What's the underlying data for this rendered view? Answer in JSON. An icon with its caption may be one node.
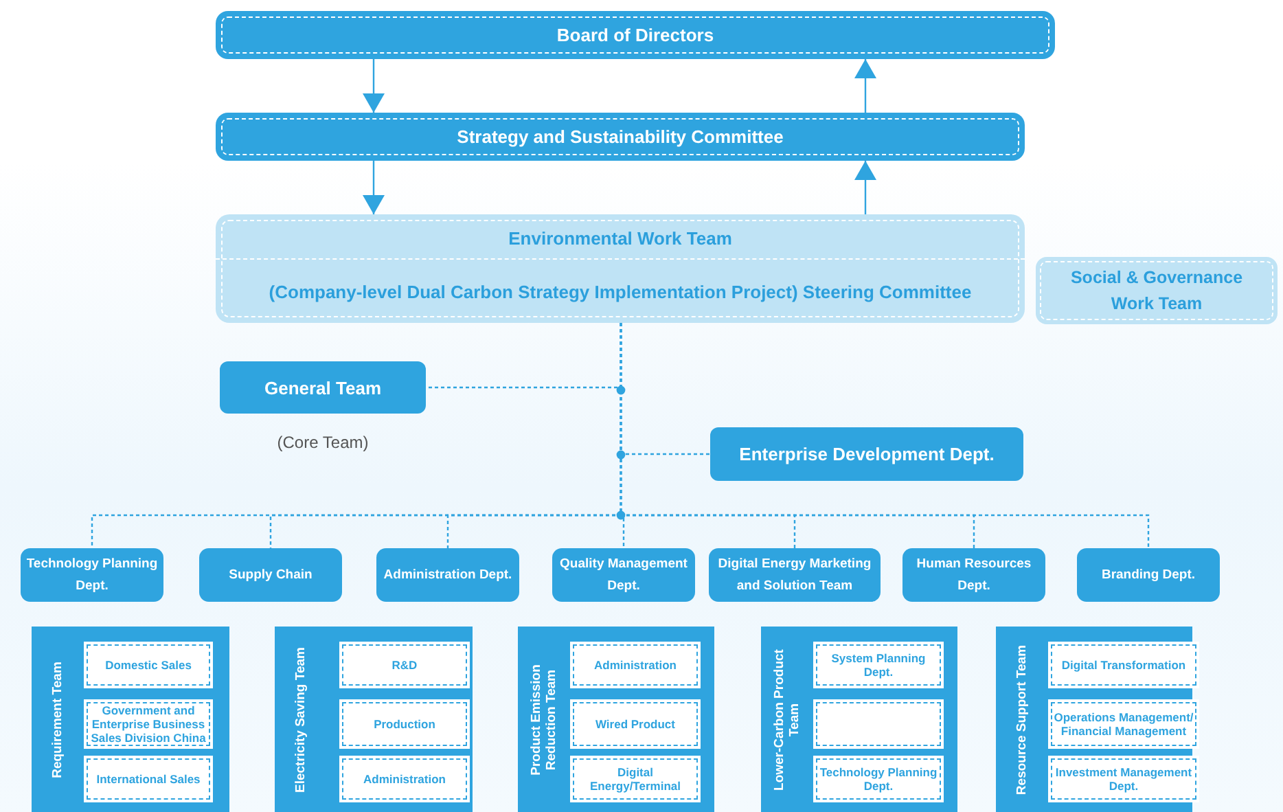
{
  "diagram": {
    "nodes": [
      {
        "text": [
          "Board of Directors"
        ]
      },
      {
        "text": [
          "Strategy and Sustainability Committee"
        ]
      },
      {
        "text": [
          "Environmental Work Team",
          "(Company-level Dual Carbon Strategy Implementation Project) Steering Committee"
        ]
      },
      {
        "text": [
          "Social & Governance Work Team"
        ]
      },
      {
        "text": [
          "General Team"
        ],
        "beside": [
          "(Core Team)"
        ]
      },
      {
        "text": [
          "Enterprise Development Dept."
        ]
      },
      {
        "text": [
          "Technology Planning Dept."
        ]
      },
      {
        "text": [
          "Supply Chain"
        ]
      },
      {
        "text": [
          "Administration Dept."
        ]
      },
      {
        "text": [
          "Quality Management Dept."
        ]
      },
      {
        "text": [
          "Digital Energy Marketing and Solution Team"
        ]
      },
      {
        "text": [
          "Human Resources Dept."
        ]
      },
      {
        "text": [
          "Branding Dept."
        ]
      },
      {
        "text": [
          "Requirement Team"
        ]
      },
      {
        "text": [
          "Domestic Sales"
        ],
        "in": 13
      },
      {
        "text": [
          "Government and Enterprise Business Sales Division China"
        ],
        "in": 13
      },
      {
        "text": [
          "International Sales"
        ],
        "in": 13
      },
      {
        "text": [
          "Electricity Saving Team"
        ]
      },
      {
        "text": [
          "R&D"
        ],
        "in": 17
      },
      {
        "text": [
          "Production"
        ],
        "in": 17
      },
      {
        "text": [
          "Administration"
        ],
        "in": 17
      },
      {
        "text": [
          "Product Emission Reduction Team"
        ]
      },
      {
        "text": [
          "Administration"
        ],
        "in": 21
      },
      {
        "text": [
          "Wired Product"
        ],
        "in": 21
      },
      {
        "text": [
          "Digital Energy/Terminal"
        ],
        "in": 21
      },
      {
        "text": [
          "Lower-Carbon Product Team"
        ]
      },
      {
        "text": [
          "System Planning Dept."
        ],
        "in": 25
      },
      {
        "text": [],
        "shape": "box",
        "in": 25
      },
      {
        "text": [
          "Technology Planning Dept."
        ],
        "in": 25
      },
      {
        "text": [
          "Resource Support Team"
        ]
      },
      {
        "text": [
          "Digital Transformation"
        ],
        "in": 29
      },
      {
        "text": [
          "Operations Management/ Financial Management"
        ],
        "in": 29
      },
      {
        "text": [
          "Investment Management Dept."
        ],
        "in": 29
      }
    ],
    "edges": [
      {
        "from": 0,
        "to": 1,
        "arrow": "to"
      },
      {
        "from": 1,
        "to": 0,
        "arrow": "to"
      },
      {
        "from": 1,
        "to": 2,
        "arrow": "to"
      },
      {
        "from": 2,
        "to": 1,
        "arrow": "to"
      },
      {
        "from": 2,
        "to": 4,
        "arrow": "none",
        "style": "dashed"
      },
      {
        "from": 2,
        "to": 5,
        "arrow": "none",
        "style": "dashed"
      },
      {
        "from": 2,
        "to": 6,
        "arrow": "none",
        "style": "dashed"
      },
      {
        "from": 2,
        "to": 7,
        "arrow": "none",
        "style": "dashed"
      },
      {
        "from": 2,
        "to": 8,
        "arrow": "none",
        "style": "dashed"
      },
      {
        "from": 2,
        "to": 9,
        "arrow": "none",
        "style": "dashed"
      },
      {
        "from": 2,
        "to": 10,
        "arrow": "none",
        "style": "dashed"
      },
      {
        "from": 2,
        "to": 11,
        "arrow": "none",
        "style": "dashed"
      },
      {
        "from": 2,
        "to": 12,
        "arrow": "none",
        "style": "dashed"
      }
    ]
  }
}
